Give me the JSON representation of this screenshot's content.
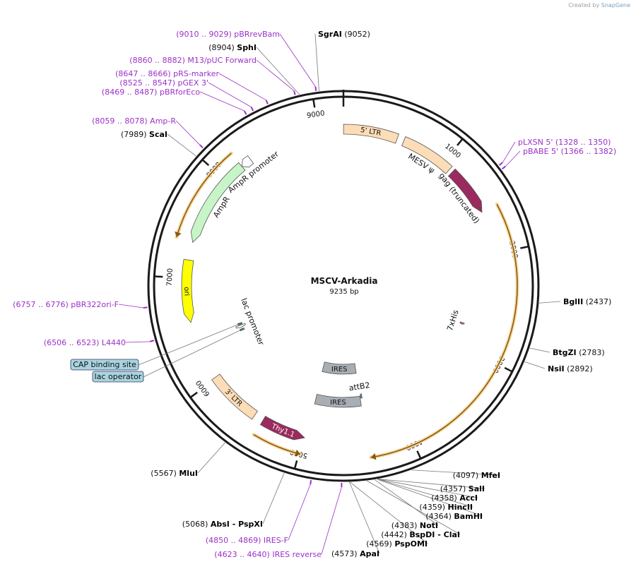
{
  "credit": {
    "prefix": "Created by",
    "brand": "SnapGene"
  },
  "plasmid": {
    "name": "MSCV-Arkadia",
    "length_label": "9235 bp",
    "length": 9235
  },
  "ticks": [
    {
      "bp": 1000,
      "label": "1000"
    },
    {
      "bp": 2000,
      "label": "2000"
    },
    {
      "bp": 3000,
      "label": "3000"
    },
    {
      "bp": 4000,
      "label": "4000"
    },
    {
      "bp": 5000,
      "label": "5000"
    },
    {
      "bp": 6000,
      "label": "6000"
    },
    {
      "bp": 7000,
      "label": "7000"
    },
    {
      "bp": 8000,
      "label": "8000"
    },
    {
      "bp": 9000,
      "label": "9000"
    }
  ],
  "features": [
    {
      "name": "5' LTR",
      "label": "5' LTR",
      "start": 1,
      "end": 514,
      "strand": 0,
      "color": "#fddcb8"
    },
    {
      "name": "MESV psi",
      "label": "MESV ψ",
      "start": 579,
      "end": 1085,
      "strand": 0,
      "color": "#fddcb8"
    },
    {
      "name": "gag (truncated)",
      "label": "gag (truncated)",
      "start": 1120,
      "end": 1590,
      "strand": 1,
      "color": "#9b2a5e"
    },
    {
      "name": "7xHis",
      "label": "7xHis",
      "start": 2748,
      "end": 2768,
      "strand": 1,
      "color": "#c07088"
    },
    {
      "name": "IRES",
      "label": "IRES",
      "start": 4405,
      "end": 4975,
      "strand": 0,
      "color": "#a7aeb4"
    },
    {
      "name": "IRES",
      "label": "IRES",
      "start": 4400,
      "end": 4970,
      "strand": 0,
      "color": "#a7aeb4"
    },
    {
      "name": "attB2",
      "label": "attB2",
      "start": 4375,
      "end": 4399,
      "strand": 1,
      "color": "#4a8ea8"
    },
    {
      "name": "Thy1.1",
      "label": "Thy1.1",
      "start": 4985,
      "end": 5410,
      "strand": -1,
      "color": "#9b2a5e"
    },
    {
      "name": "3' LTR",
      "label": "3' LTR",
      "start": 5500,
      "end": 6015,
      "strand": 0,
      "color": "#fddcb8"
    },
    {
      "name": "lac operator",
      "label": "",
      "start": 6320,
      "end": 6340,
      "strand": 0,
      "color": "#3a7e8c"
    },
    {
      "name": "lac promoter",
      "label": "lac promoter",
      "start": 6360,
      "end": 6390,
      "strand": -1,
      "color": "#ffffff"
    },
    {
      "name": "CAP binding site",
      "label": "",
      "start": 6400,
      "end": 6420,
      "strand": 0,
      "color": "#3a7e8c"
    },
    {
      "name": "ori",
      "label": "ori",
      "start": 6580,
      "end": 7170,
      "strand": -1,
      "color": "#ffff00"
    },
    {
      "name": "AmpR",
      "label": "AmpR",
      "start": 7340,
      "end": 8200,
      "strand": -1,
      "color": "#c8f5c8"
    },
    {
      "name": "AmpR promoter",
      "label": "AmpR promoter",
      "start": 8200,
      "end": 8304,
      "strand": -1,
      "color": "#ffffff"
    }
  ],
  "orfs": [
    {
      "start": 1590,
      "end": 4385,
      "strand": 1
    },
    {
      "start": 4985,
      "end": 5415,
      "strand": -1
    },
    {
      "start": 7345,
      "end": 8205,
      "strand": -1
    }
  ],
  "labels": [
    {
      "bp": 9030,
      "name": "pBRrevBam",
      "range": "(9010 .. 9029)",
      "kind": "primer"
    },
    {
      "bp": 9052,
      "name": "SgrAI",
      "range": "(9052)",
      "kind": "site"
    },
    {
      "bp": 8904,
      "name": "SphI",
      "range": "(8904)",
      "kind": "site"
    },
    {
      "bp": 8871,
      "name": "M13/pUC Forward",
      "range": "(8860 .. 8882)",
      "kind": "primer"
    },
    {
      "bp": 8656,
      "name": "pRS-marker",
      "range": "(8647 .. 8666)",
      "kind": "primer"
    },
    {
      "bp": 8536,
      "name": "pGEX 3'",
      "range": "(8525 .. 8547)",
      "kind": "primer"
    },
    {
      "bp": 8478,
      "name": "pBRforEco",
      "range": "(8469 .. 8487)",
      "kind": "primer"
    },
    {
      "bp": 8068,
      "name": "Amp-R",
      "range": "(8059 .. 8078)",
      "kind": "primer"
    },
    {
      "bp": 7989,
      "name": "ScaI",
      "range": "(7989)",
      "kind": "site"
    },
    {
      "bp": 6766,
      "name": "pBR322ori-F",
      "range": "(6757 .. 6776)",
      "kind": "primer"
    },
    {
      "bp": 6514,
      "name": "L4440",
      "range": "(6506 .. 6523)",
      "kind": "primer"
    },
    {
      "bp": 6410,
      "name": "CAP binding site",
      "range": "",
      "kind": "boxed"
    },
    {
      "bp": 6330,
      "name": "lac operator",
      "range": "",
      "kind": "boxed"
    },
    {
      "bp": 5567,
      "name": "MluI",
      "range": "(5567)",
      "kind": "site"
    },
    {
      "bp": 5068,
      "name": "AbsI - PspXI",
      "range": "(5068)",
      "kind": "site"
    },
    {
      "bp": 4860,
      "name": "IRES-F",
      "range": "(4850 .. 4869)",
      "kind": "primer"
    },
    {
      "bp": 4631,
      "name": "IRES reverse",
      "range": "(4623 .. 4640)",
      "kind": "primer"
    },
    {
      "bp": 4573,
      "name": "ApaI",
      "range": "(4573)",
      "kind": "site"
    },
    {
      "bp": 4569,
      "name": "PspOMI",
      "range": "(4569)",
      "kind": "site"
    },
    {
      "bp": 4442,
      "name": "BspDI - ClaI",
      "range": "(4442)",
      "kind": "site"
    },
    {
      "bp": 4383,
      "name": "NotI",
      "range": "(4383)",
      "kind": "site"
    },
    {
      "bp": 4364,
      "name": "BamHI",
      "range": "(4364)",
      "kind": "site"
    },
    {
      "bp": 4359,
      "name": "HincII",
      "range": "(4359)",
      "kind": "site"
    },
    {
      "bp": 4358,
      "name": "AccI",
      "range": "(4358)",
      "kind": "site"
    },
    {
      "bp": 4357,
      "name": "SalI",
      "range": "(4357)",
      "kind": "site"
    },
    {
      "bp": 4097,
      "name": "MfeI",
      "range": "(4097)",
      "kind": "site"
    },
    {
      "bp": 2892,
      "name": "NsiI",
      "range": "(2892)",
      "kind": "site"
    },
    {
      "bp": 2783,
      "name": "BtgZI",
      "range": "(2783)",
      "kind": "site"
    },
    {
      "bp": 2437,
      "name": "BglII",
      "range": "(2437)",
      "kind": "site"
    },
    {
      "bp": 1339,
      "name": "pLXSN 5'",
      "range": "(1328 .. 1350)",
      "kind": "primer"
    },
    {
      "bp": 1374,
      "name": "pBABE 5'",
      "range": "(1366 .. 1382)",
      "kind": "primer"
    }
  ],
  "colors": {
    "primer": "#9b30c8",
    "site": "#000000",
    "orf": "#f5a623",
    "backbone": "#1a1a1a",
    "boxed_fill": "#a8d4e0"
  }
}
